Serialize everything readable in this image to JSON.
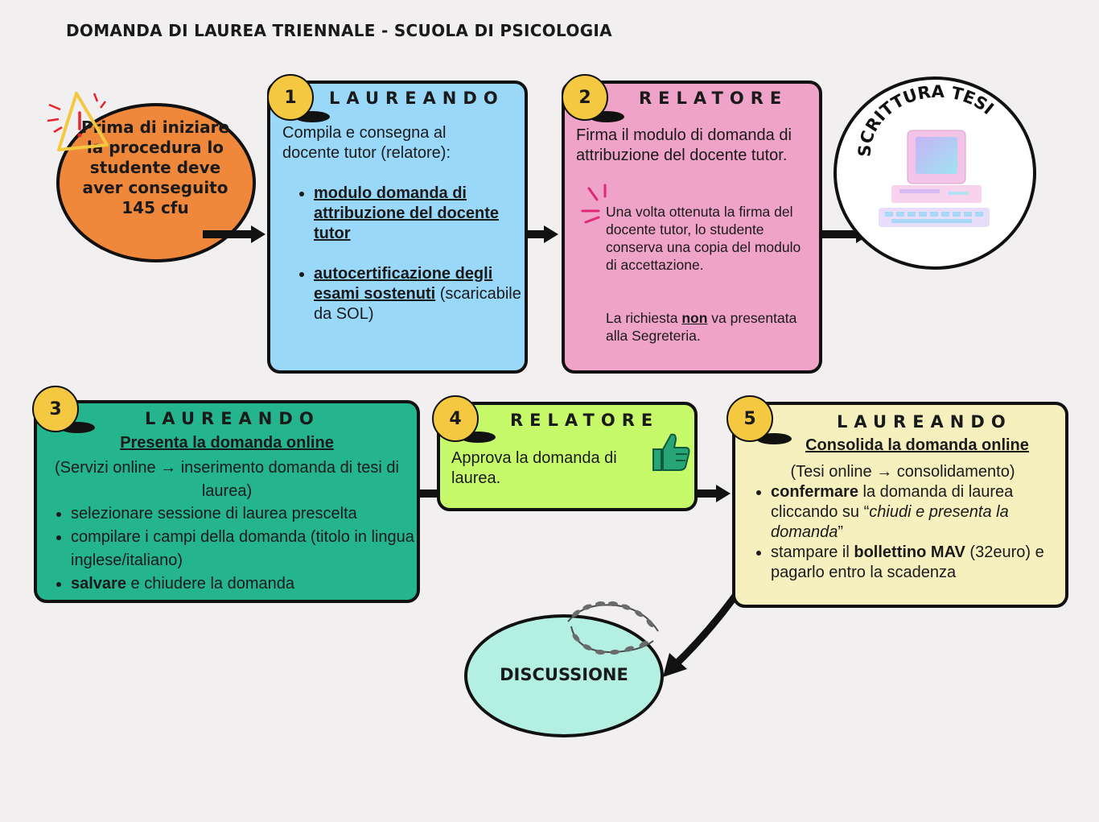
{
  "title": "DOMANDA DI LAUREA TRIENNALE -  SCUOLA DI PSICOLOGIA",
  "colors": {
    "background": "#f2eff0",
    "start_oval": "#f0883c",
    "box1": "#9ad8f9",
    "box2": "#f0a3c8",
    "box3": "#24b48e",
    "box4": "#c6fa6b",
    "box5": "#f6f0bf",
    "discussion": "#b4f0e2",
    "badge": "#f5c842"
  },
  "start": {
    "text": "Prima di iniziare la procedura lo studente deve aver conseguito 145 cfu",
    "icon": "warning-triangle-icon"
  },
  "step1": {
    "number": "1",
    "role": "LAUREANDO",
    "intro": "Compila e consegna al docente tutor (relatore):",
    "item1": "modulo domanda di attribuzione del docente tutor",
    "item2_bold": "autocertificazione degli esami sostenuti",
    "item2_rest": "(scaricabile da SOL)"
  },
  "step2": {
    "number": "2",
    "role": "RELATORE",
    "intro": "Firma il modulo di domanda di attribuzione del docente tutor.",
    "note": "Una volta ottenuta la firma del docente tutor, lo studente conserva una copia del modulo di accettazione.",
    "note2_pre": "La richiesta ",
    "note2_bold": "non",
    "note2_post": " va presentata alla Segreteria."
  },
  "thesis": {
    "label": "SCRITTURA TESI",
    "icon": "computer-icon"
  },
  "step3": {
    "number": "3",
    "role": "LAUREANDO",
    "subtitle": "Presenta la domanda online",
    "path": "(Servizi online → inserimento domanda di tesi di laurea)",
    "item1": "selezionare sessione di laurea prescelta",
    "item2": "compilare i campi della domanda (titolo in lingua inglese/italiano)",
    "item3_bold": "salvare",
    "item3_rest": " e chiudere la domanda"
  },
  "step4": {
    "number": "4",
    "role": "RELATORE",
    "text": "Approva la domanda di laurea.",
    "icon": "thumbs-up-icon"
  },
  "step5": {
    "number": "5",
    "role": "LAUREANDO",
    "subtitle": "Consolida la domanda online",
    "path": "(Tesi online → consolidamento)",
    "item1_bold": "confermare",
    "item1_mid": " la domanda di laurea cliccando su “",
    "item1_italic": "chiudi e presenta la domanda",
    "item1_end": "”",
    "item2_pre": "stampare il ",
    "item2_bold": "bollettino MAV",
    "item2_post": " (32euro) e pagarlo entro la scadenza"
  },
  "discussion": {
    "label": "DISCUSSIONE",
    "icon": "laurel-wreath-icon"
  }
}
